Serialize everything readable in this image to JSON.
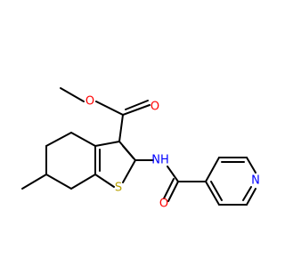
{
  "atoms": {
    "carbonyl_o_top": {
      "label": "O",
      "color": "#ff0000"
    },
    "ester_o": {
      "label": "O",
      "color": "#ff0000"
    },
    "sulfur": {
      "label": "S",
      "color": "#b8a000"
    },
    "amide_nh": {
      "label": "NH",
      "color": "#0000ff"
    },
    "amide_o": {
      "label": "O",
      "color": "#ff0000"
    },
    "pyridine_n": {
      "label": "N",
      "color": "#0000ff"
    }
  },
  "colors": {
    "bond": "#000000",
    "background": "#ffffff"
  }
}
